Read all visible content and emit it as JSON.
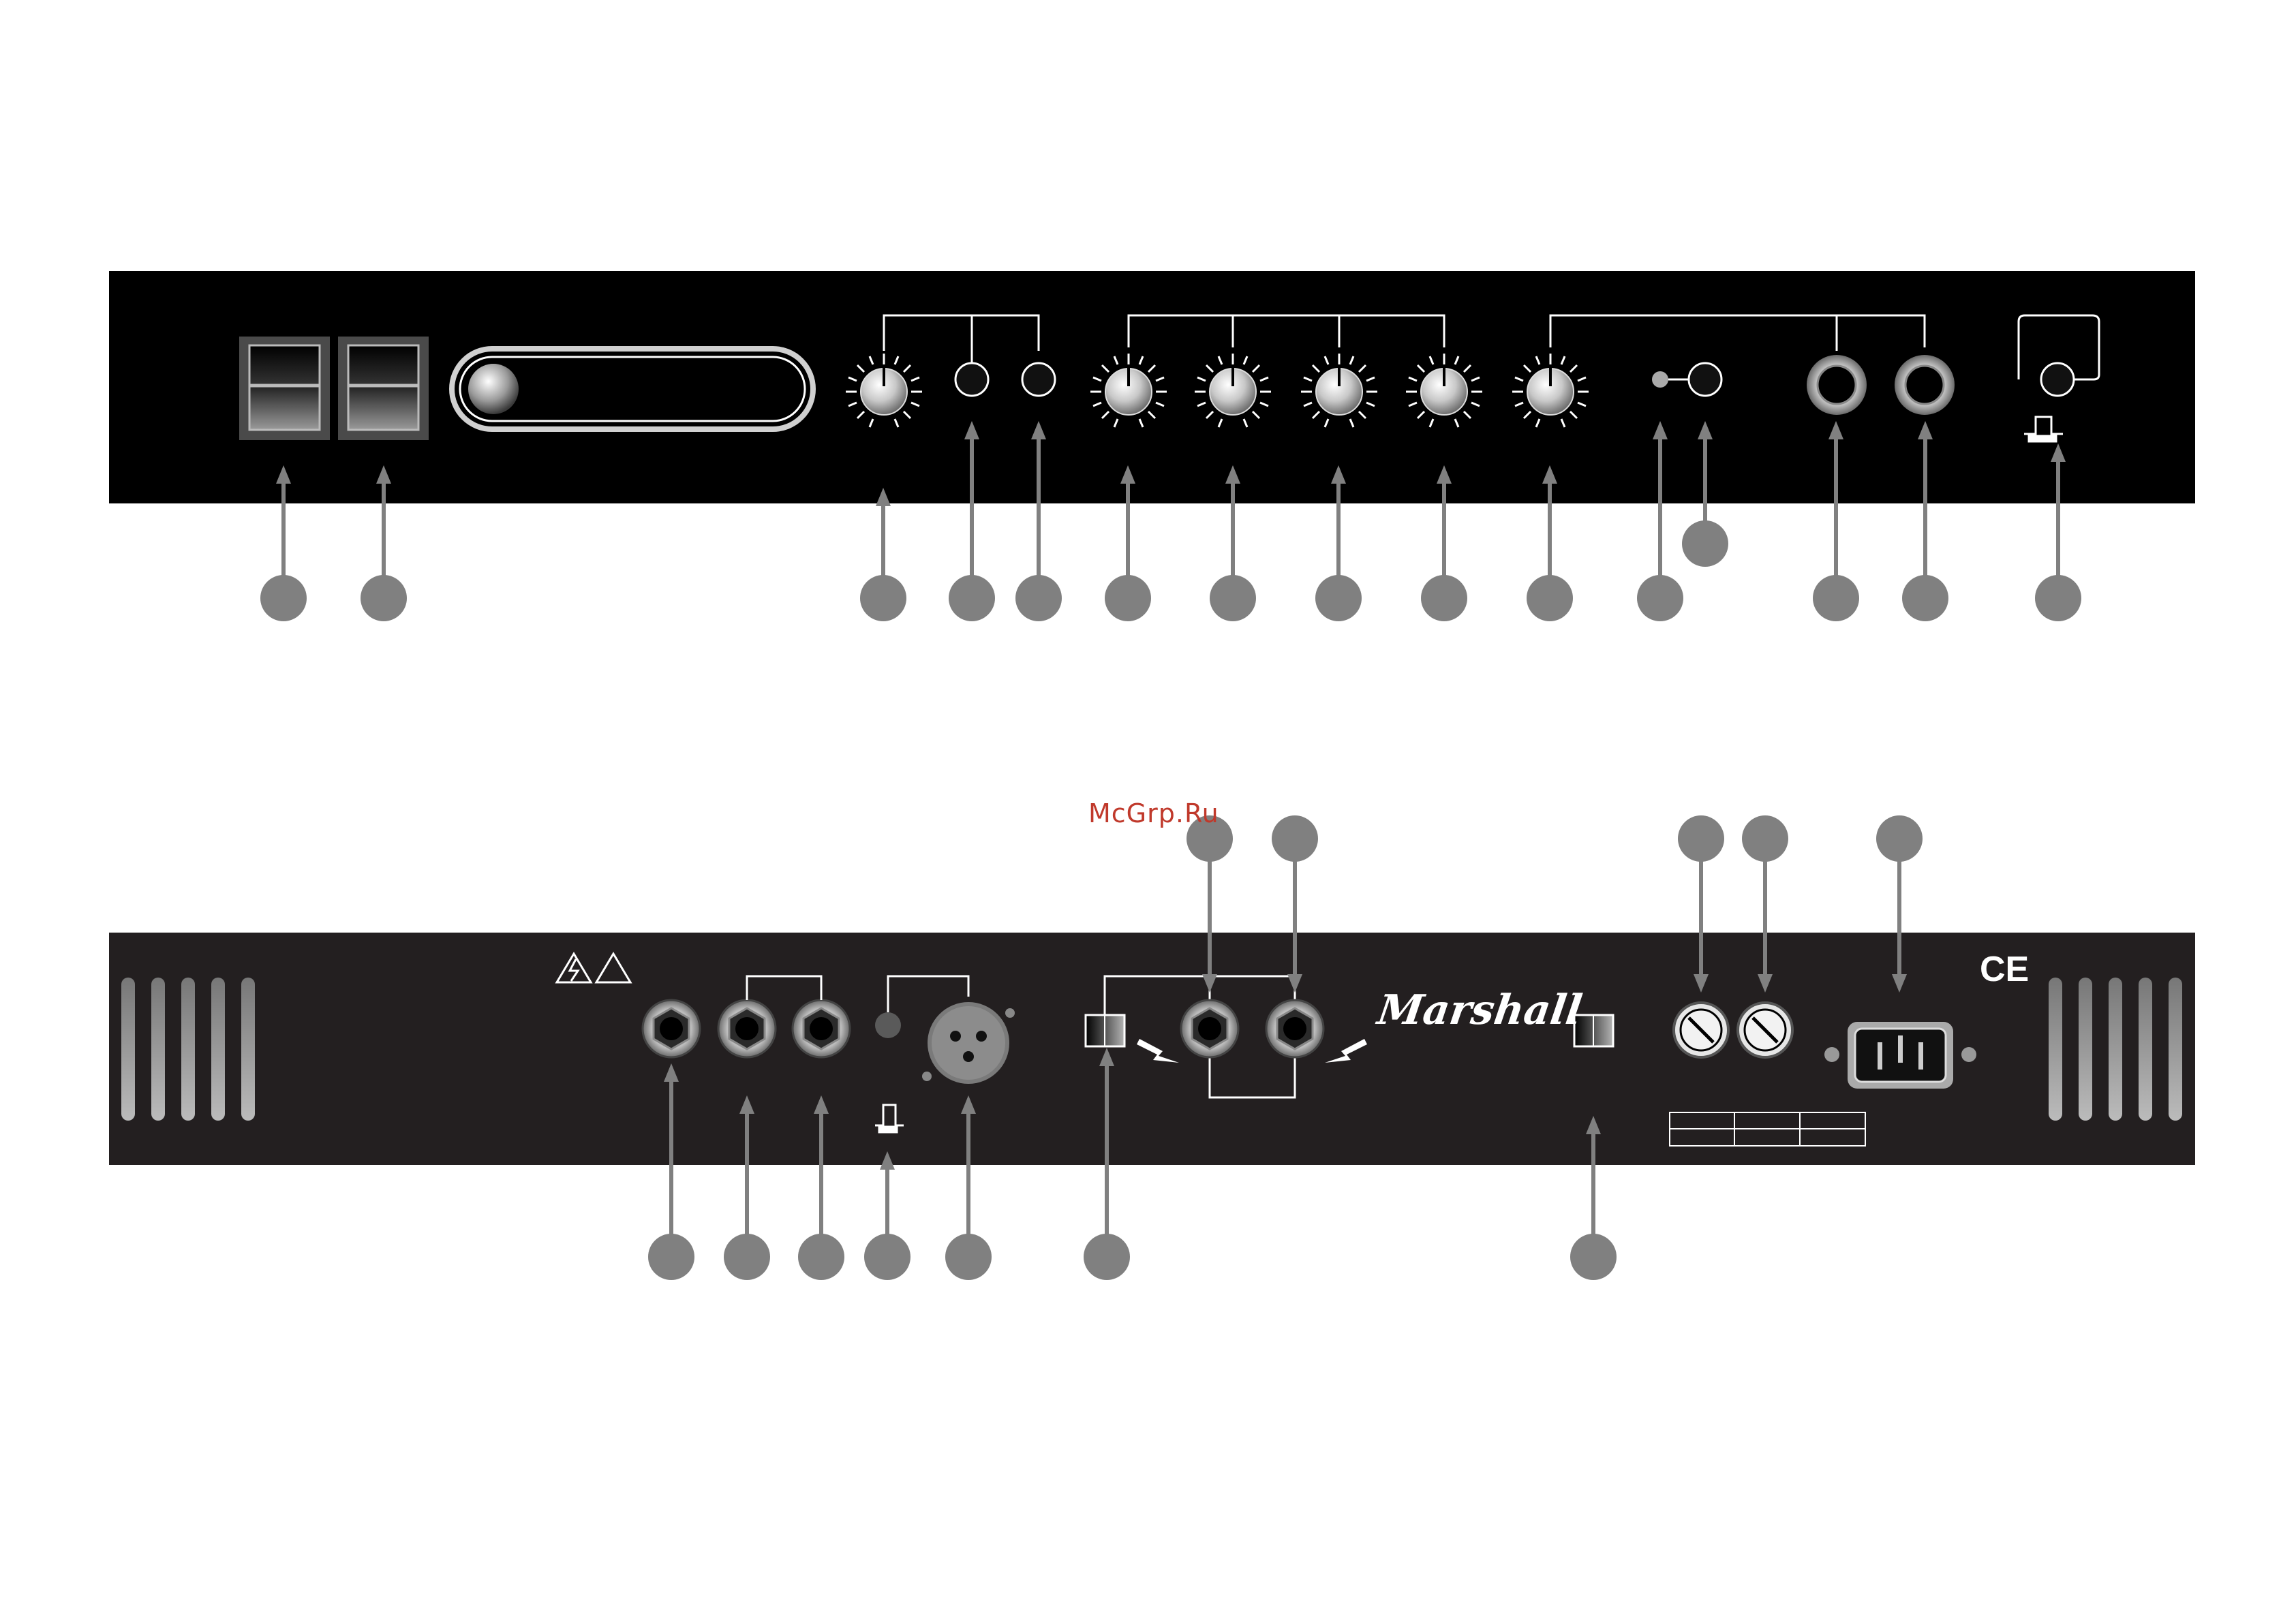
{
  "watermark": "McGrp.Ru",
  "rear_panel": {
    "brand_logo": "Marshall",
    "ce_mark": "CE"
  },
  "colors": {
    "panel_front": "#000000",
    "panel_rear": "#231f20",
    "callout": "#808080",
    "watermark": "#c0392b"
  },
  "icons": [
    "power-switch-icon",
    "standby-switch-icon",
    "pilot-lamp-icon",
    "knob-icon",
    "push-switch-icon",
    "led-icon",
    "jack-socket-icon",
    "footswitch-symbol-icon",
    "xlr-socket-icon",
    "warning-lightning-icon",
    "warning-triangle-icon",
    "slide-switch-icon",
    "speaker-outlet-icon",
    "fuse-holder-icon",
    "iec-mains-inlet-icon",
    "vent-slots-icon",
    "ce-mark-icon",
    "rating-plate-icon"
  ]
}
